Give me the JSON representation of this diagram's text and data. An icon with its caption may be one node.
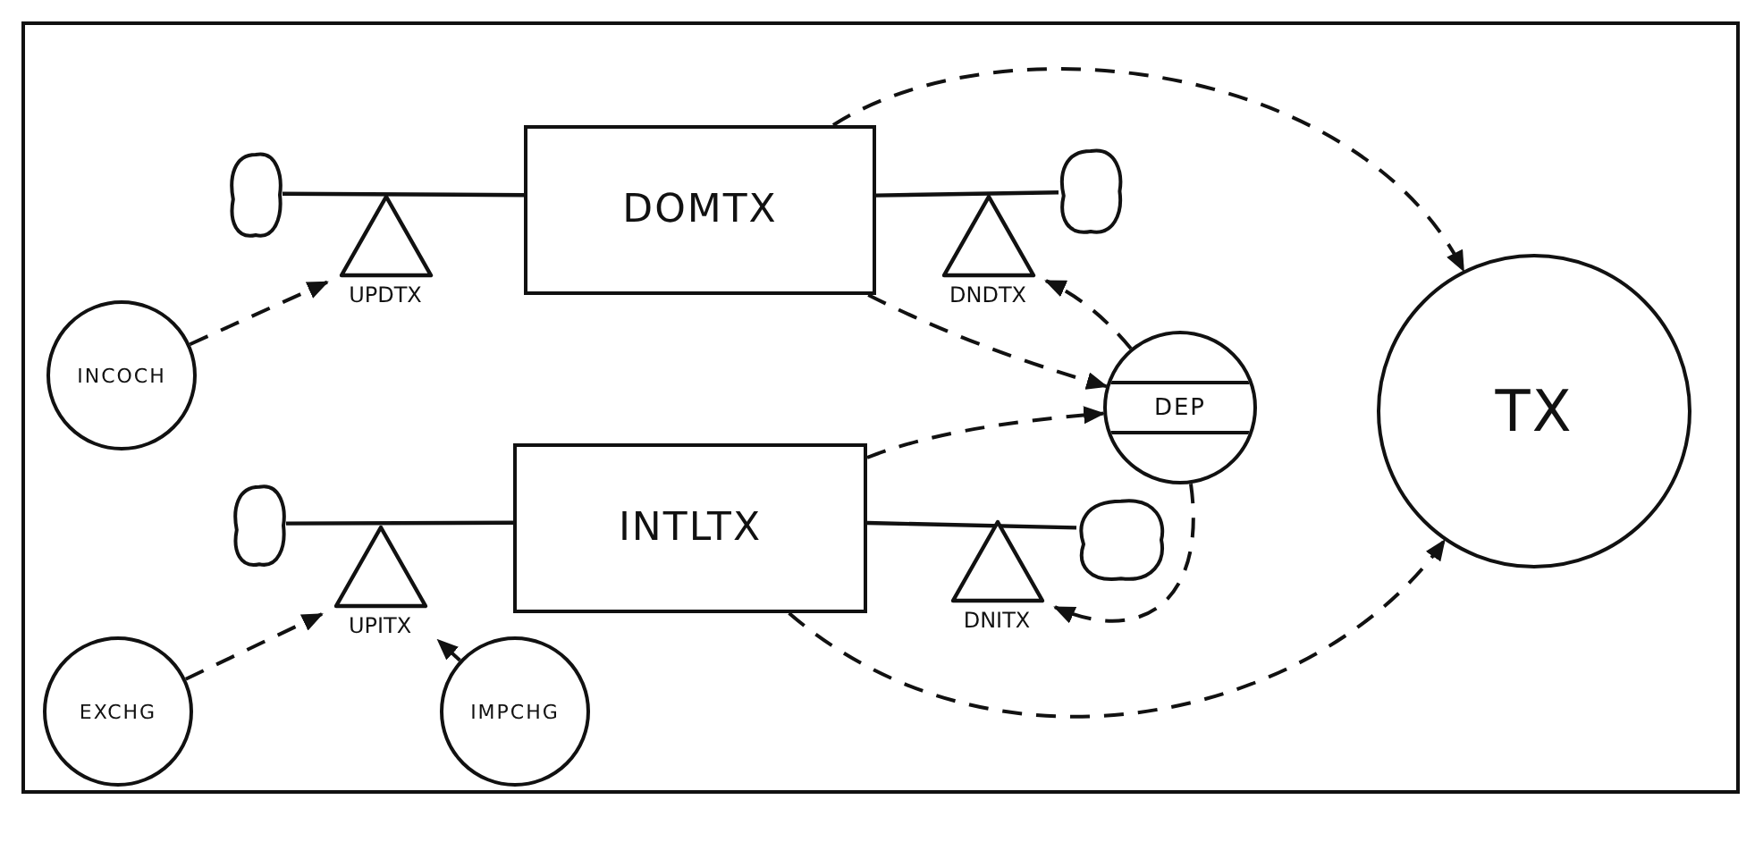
{
  "diagram": {
    "nodes": [
      {
        "text": [],
        "shape": "cloud"
      },
      {
        "text": [
          "DOMTX"
        ]
      },
      {
        "text": [],
        "shape": "cloud"
      },
      {
        "text": [
          "UPDTX"
        ]
      },
      {
        "text": [
          "DNDTX"
        ]
      },
      {
        "text": [
          "INCOCH"
        ]
      },
      {
        "text": [
          "DEP"
        ]
      },
      {
        "text": [
          "TX"
        ]
      },
      {
        "text": [],
        "shape": "cloud"
      },
      {
        "text": [
          "INTLTX"
        ]
      },
      {
        "text": [
          "UPITX"
        ]
      },
      {
        "text": [
          "DNITX"
        ]
      },
      {
        "text": [],
        "shape": "cloud"
      },
      {
        "text": [
          "EXCHG"
        ]
      },
      {
        "text": [
          "IMPCHG"
        ]
      }
    ],
    "edges": [
      {
        "from": 0,
        "to": 1,
        "arrow": "none"
      },
      {
        "from": 1,
        "to": 2,
        "arrow": "none"
      },
      {
        "from": 8,
        "to": 9,
        "arrow": "none"
      },
      {
        "from": 9,
        "to": 12,
        "arrow": "none"
      },
      {
        "from": 5,
        "to": 3,
        "arrow": "to",
        "style": "dashed"
      },
      {
        "from": 13,
        "to": 10,
        "arrow": "to",
        "style": "dashed"
      },
      {
        "from": 14,
        "to": 10,
        "arrow": "to",
        "style": "dashed"
      },
      {
        "from": 6,
        "to": 4,
        "arrow": "to",
        "style": "dashed"
      },
      {
        "from": 6,
        "to": 11,
        "arrow": "to",
        "style": "dashed"
      },
      {
        "from": 1,
        "to": 6,
        "arrow": "to",
        "style": "dashed"
      },
      {
        "from": 9,
        "to": 6,
        "arrow": "to",
        "style": "dashed"
      },
      {
        "from": 1,
        "to": 7,
        "arrow": "to",
        "style": "dashed"
      },
      {
        "from": 9,
        "to": 7,
        "arrow": "to",
        "style": "dashed"
      }
    ]
  }
}
